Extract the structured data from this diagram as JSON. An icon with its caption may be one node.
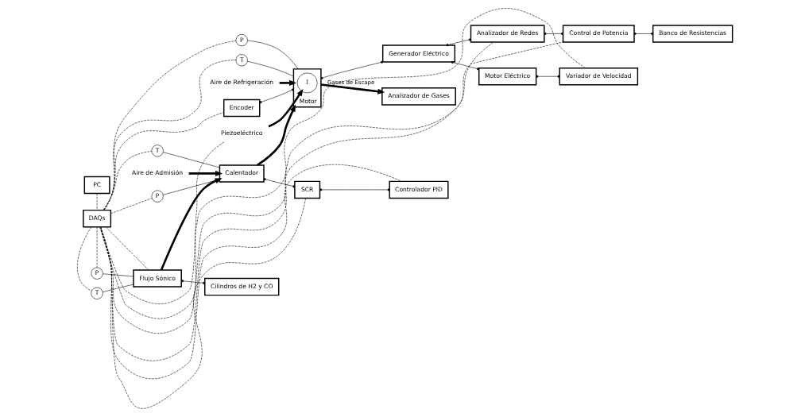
{
  "diagram": {
    "nodes": [
      {
        "text": [
          "PC"
        ]
      },
      {
        "text": [
          "DAQs"
        ]
      },
      {
        "text": [
          "P"
        ]
      },
      {
        "text": [
          "T"
        ]
      },
      {
        "text": [
          "Analizador de Gases"
        ]
      },
      {
        "text": [
          "Aire de Refrigeración"
        ]
      },
      {
        "text": [
          "Encoder"
        ]
      },
      {
        "text": [
          "Motor"
        ]
      },
      {
        "text": [
          "1"
        ],
        "in": 7
      },
      {
        "text": [
          "Generador Eléctrico"
        ]
      },
      {
        "text": [
          "Motor Eléctrico"
        ]
      },
      {
        "text": [
          "Aire de Admisión"
        ]
      },
      {
        "text": [
          "Calentador"
        ]
      },
      {
        "text": [
          "P"
        ]
      },
      {
        "text": [
          "T"
        ]
      },
      {
        "text": [
          "Piezoeléctrico"
        ]
      },
      {
        "text": [
          "Analizador de Redes"
        ]
      },
      {
        "text": [
          "Variador de Velocidad"
        ]
      },
      {
        "text": [
          "SCR"
        ]
      },
      {
        "text": [
          "Flujo Sónico"
        ]
      },
      {
        "text": [
          "P"
        ]
      },
      {
        "text": [
          "T"
        ]
      },
      {
        "text": [
          "Control de Potencia"
        ]
      },
      {
        "text": [
          "Controlador PID"
        ]
      },
      {
        "text": [
          "Cilindros de H2 y CO"
        ]
      },
      {
        "text": [
          "Banco de Resistencias"
        ]
      }
    ],
    "edges": [
      {
        "from": 0,
        "to": 1,
        "arrow": "none",
        "style": "dashed"
      },
      {
        "from": 1,
        "to": 2,
        "arrow": "none",
        "style": "dashed"
      },
      {
        "from": 1,
        "to": 3,
        "arrow": "none",
        "style": "dashed"
      },
      {
        "from": 7,
        "to": 4,
        "arrow": "to",
        "style": "thick",
        "label": "Gases de Escape"
      },
      {
        "from": 2,
        "to": 7,
        "arrow": "none"
      },
      {
        "from": 3,
        "to": 7,
        "arrow": "none"
      },
      {
        "from": 5,
        "to": 7,
        "arrow": "to",
        "style": "thick"
      },
      {
        "from": 1,
        "to": 6,
        "arrow": "none",
        "style": "dashed"
      },
      {
        "from": 6,
        "to": 7,
        "arrow": "other"
      },
      {
        "from": 7,
        "to": 9,
        "arrow": "other"
      },
      {
        "from": 9,
        "to": 10,
        "arrow": "other"
      },
      {
        "from": 11,
        "to": 12,
        "arrow": "to",
        "style": "thick"
      },
      {
        "from": 12,
        "to": 7,
        "arrow": "to",
        "style": "thick"
      },
      {
        "from": 13,
        "to": 12,
        "arrow": "none"
      },
      {
        "from": 14,
        "to": 12,
        "arrow": "none"
      },
      {
        "from": 1,
        "to": 13,
        "arrow": "none",
        "style": "dashed"
      },
      {
        "from": 1,
        "to": 14,
        "arrow": "none",
        "style": "dashed"
      },
      {
        "from": 15,
        "to": 8,
        "arrow": "to",
        "style": "thick"
      },
      {
        "from": 1,
        "to": 15,
        "arrow": "none",
        "style": "dashed"
      },
      {
        "from": 9,
        "to": 16,
        "arrow": "other"
      },
      {
        "from": 10,
        "to": 17,
        "arrow": "other"
      },
      {
        "from": 12,
        "to": 18,
        "arrow": "other"
      },
      {
        "from": 19,
        "to": 12,
        "arrow": "to",
        "style": "thick"
      },
      {
        "from": 1,
        "to": 18,
        "arrow": "none",
        "style": "dashed"
      },
      {
        "from": 1,
        "to": 19,
        "arrow": "none",
        "style": "dashed"
      },
      {
        "from": 1,
        "to": 20,
        "arrow": "none",
        "style": "dashed"
      },
      {
        "from": 1,
        "to": 21,
        "arrow": "none",
        "style": "dashed"
      },
      {
        "from": 20,
        "to": 19,
        "arrow": "none"
      },
      {
        "from": 21,
        "to": 19,
        "arrow": "none"
      },
      {
        "from": 16,
        "to": 22,
        "arrow": "other"
      },
      {
        "from": 1,
        "to": 16,
        "arrow": "none",
        "style": "dashed"
      },
      {
        "from": 1,
        "to": 22,
        "arrow": "none",
        "style": "dashed"
      },
      {
        "from": 1,
        "to": 17,
        "arrow": "none",
        "style": "dashed"
      },
      {
        "from": 18,
        "to": 23,
        "arrow": "other"
      },
      {
        "from": 1,
        "to": 23,
        "arrow": "none",
        "style": "dashed"
      },
      {
        "from": 19,
        "to": 24,
        "arrow": "other"
      },
      {
        "from": 22,
        "to": 25,
        "arrow": "other"
      }
    ]
  }
}
